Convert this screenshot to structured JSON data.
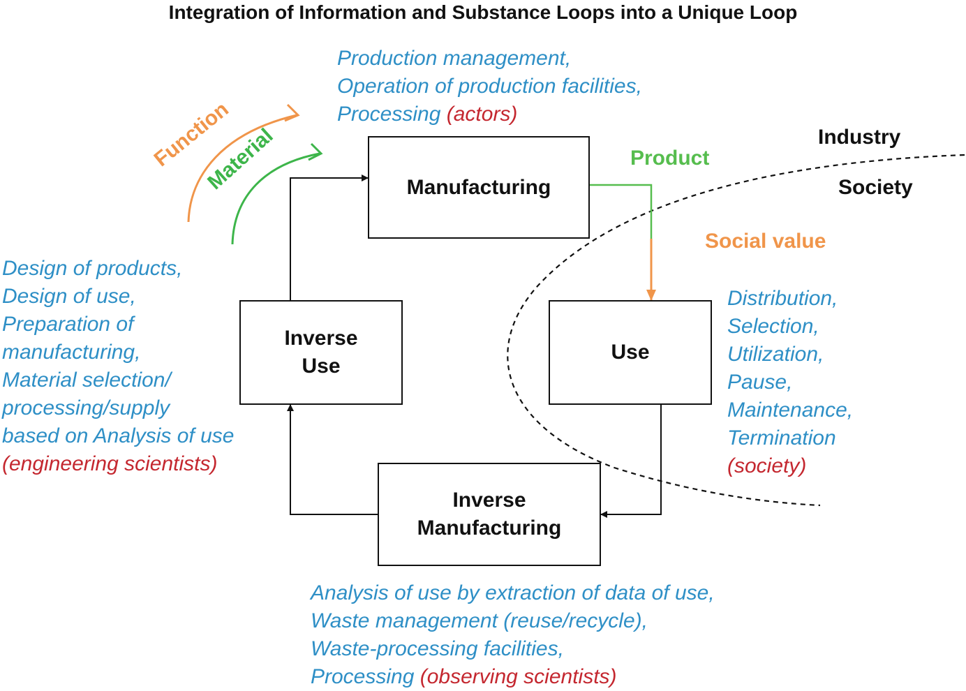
{
  "title": "Integration of Information and Substance Loops into a Unique Loop",
  "boxes": {
    "manufacturing": [
      "Manufacturing"
    ],
    "use": [
      "Use"
    ],
    "inverse_use": [
      "Inverse",
      "Use"
    ],
    "inverse_manufacturing": [
      "Inverse",
      "Manufacturing"
    ]
  },
  "notes": {
    "manufacturing": {
      "lines": [
        "Production management,",
        "Operation of production facilities,",
        "Processing "
      ],
      "actor": "(actors)"
    },
    "inverse_use": {
      "lines": [
        "Design of products,",
        "Design of use,",
        "Preparation of",
        "manufacturing,",
        "Material selection/",
        "processing/supply",
        "based on Analysis of use"
      ],
      "actor": "(engineering scientists)"
    },
    "use": {
      "lines": [
        "Distribution,",
        "Selection,",
        "Utilization,",
        "Pause,",
        "Maintenance,",
        "Termination"
      ],
      "actor": "(society)"
    },
    "inverse_manufacturing": {
      "lines": [
        "Analysis of use by extraction of data of use,",
        "Waste management (reuse/recycle),",
        "Waste-processing facilities,",
        "Processing "
      ],
      "actor": "(observing scientists)"
    }
  },
  "labels": {
    "function": "Function",
    "material": "Material",
    "product": "Product",
    "social_value": "Social value",
    "industry": "Industry",
    "society": "Society"
  },
  "colors": {
    "function": "#f0954a",
    "material": "#3db54a",
    "product": "#56bd4e",
    "social_value": "#f0954a",
    "note_text": "#2e8fc6",
    "actor_text": "#c4272f",
    "box_border": "#111111"
  }
}
